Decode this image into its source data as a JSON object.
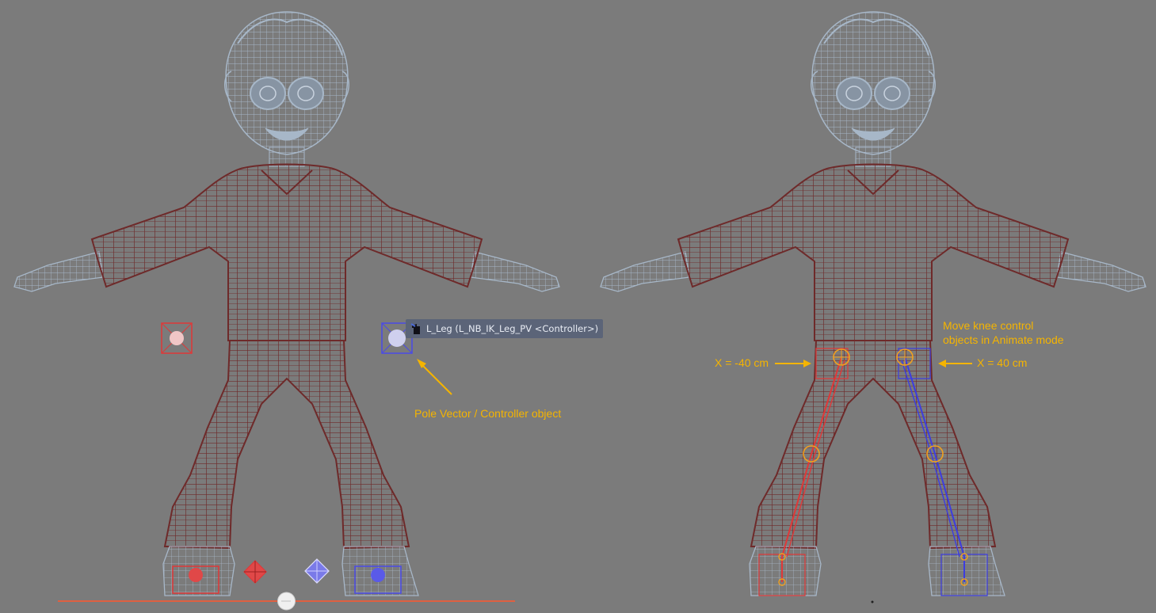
{
  "tooltip": {
    "text": "L_Leg (L_NB_IK_Leg_PV <Controller>)",
    "icon": "hand-pointer-icon"
  },
  "annotations": {
    "pole_vector_label": "Pole Vector / Controller object",
    "move_knee_line1": "Move knee control",
    "move_knee_line2": "objects in Animate mode",
    "x_left": "X = -40 cm",
    "x_right": "X = 40 cm"
  },
  "colors": {
    "background": "#7b7b7b",
    "mesh_body": "#6e2a2a",
    "mesh_head": "#a7b7c8",
    "rig_left": "#e03838",
    "rig_right": "#3c3ce0",
    "annotation": "#f5b400",
    "timeline": "#e06040"
  },
  "timeline": {
    "handle_position": 0.5
  }
}
